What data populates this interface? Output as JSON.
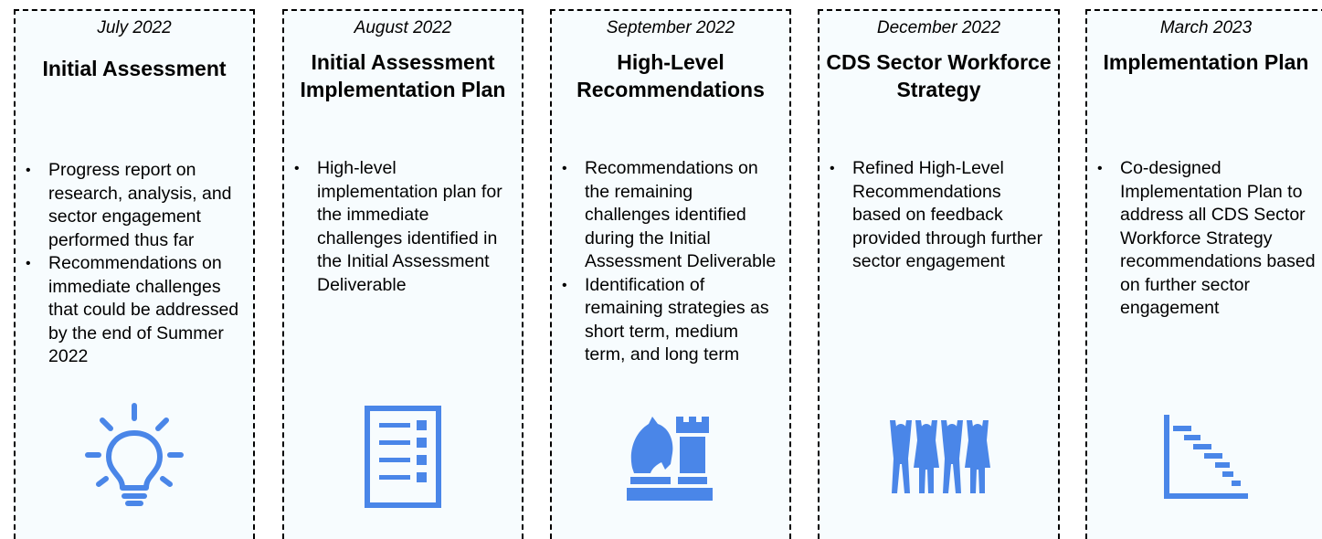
{
  "accent_color": "#4a86e8",
  "stages": [
    {
      "date": "July 2022",
      "title": "Initial Assessment",
      "bullets": [
        "Progress report on research, analysis, and sector engagement performed thus far",
        "Recommendations on immediate challenges that could be addressed by the end of Summer 2022"
      ],
      "icon": "lightbulb-icon"
    },
    {
      "date": "August 2022",
      "title": "Initial Assessment Implementation Plan",
      "bullets": [
        "High-level implementation plan for the immediate challenges identified in the Initial Assessment Deliverable"
      ],
      "icon": "checklist-icon"
    },
    {
      "date": "September 2022",
      "title": "High-Level Recommendations",
      "bullets": [
        "Recommendations on the remaining challenges identified during the Initial Assessment Deliverable",
        "Identification of remaining strategies as short term, medium term, and long term"
      ],
      "icon": "chess-pieces-icon"
    },
    {
      "date": "December 2022",
      "title": "CDS Sector Workforce Strategy",
      "bullets": [
        "Refined High-Level Recommendations based on feedback provided through further sector engagement"
      ],
      "icon": "people-group-icon"
    },
    {
      "date": "March 2023",
      "title": "Implementation Plan",
      "bullets": [
        "Co-designed Implementation Plan to address all CDS Sector Workforce Strategy recommendations based on further sector engagement"
      ],
      "icon": "gantt-chart-icon"
    }
  ]
}
